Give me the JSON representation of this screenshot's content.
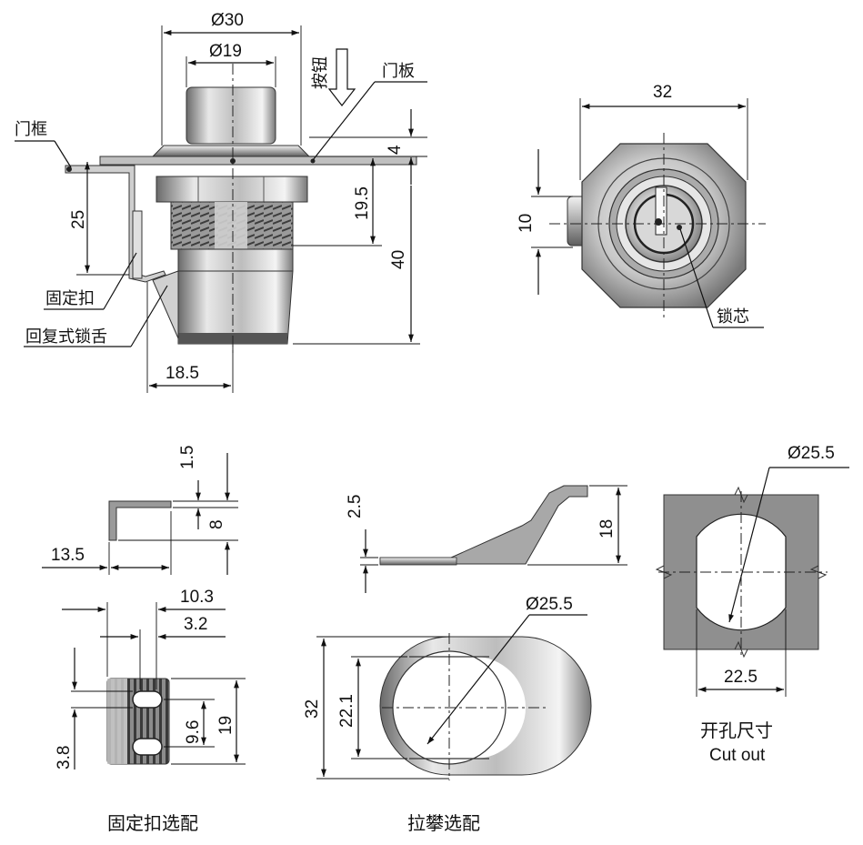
{
  "main_view": {
    "dim_outer_dia": "Ø30",
    "dim_inner_dia": "Ø19",
    "label_button": "按钮",
    "label_panel": "门板",
    "label_frame": "门框",
    "dim_panel_thickness": "4",
    "dim_thread": "19.5",
    "dim_frame_height": "25",
    "dim_total_height": "40",
    "label_bracket": "固定扣",
    "label_latch": "回复式锁舌",
    "dim_latch_offset": "18.5"
  },
  "front_view": {
    "dim_width": "32",
    "dim_key_width": "10",
    "label_core": "锁芯"
  },
  "bracket_option": {
    "dim_thickness": "1.5",
    "dim_height": "8",
    "dim_length": "13.5",
    "dim_width": "10.3",
    "dim_slot_offset": "3.2",
    "dim_slot_height": "3.8",
    "dim_slot_pitch": "9.6",
    "dim_plate_height": "19",
    "caption": "固定扣选配"
  },
  "pull_option": {
    "dim_thickness": "2.5",
    "dim_height": "18",
    "dim_hole_dia": "Ø25.5",
    "dim_flat": "22.1",
    "dim_outer": "32",
    "caption": "拉攀选配"
  },
  "cutout": {
    "dim_dia": "Ø25.5",
    "dim_flat": "22.5",
    "caption_cn": "开孔尺寸",
    "caption_en": "Cut out"
  }
}
